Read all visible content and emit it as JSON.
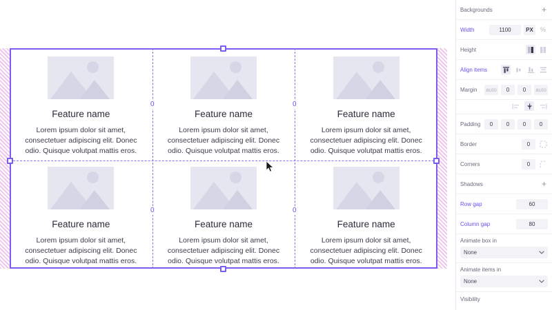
{
  "canvas": {
    "selection": {
      "gap_labels": [
        "0",
        "0",
        "0",
        "0"
      ],
      "selection_color": "#7c5cf0",
      "margin_hatch_color": "#e296de"
    },
    "cards": [
      {
        "title": "Feature name",
        "body": "Lorem ipsum dolor sit amet, consectetuer adipiscing elit. Donec odio. Quisque volutpat mattis eros.",
        "image": "image-placeholder-mountain"
      },
      {
        "title": "Feature name",
        "body": "Lorem ipsum dolor sit amet, consectetuer adipiscing elit. Donec odio. Quisque volutpat mattis eros.",
        "image": "image-placeholder-mountain"
      },
      {
        "title": "Feature name",
        "body": "Lorem ipsum dolor sit amet, consectetuer adipiscing elit. Donec odio. Quisque volutpat mattis eros.",
        "image": "image-placeholder-mountain"
      },
      {
        "title": "Feature name",
        "body": "Lorem ipsum dolor sit amet, consectetuer adipiscing elit. Donec odio. Quisque volutpat mattis eros.",
        "image": "image-placeholder-mountain"
      },
      {
        "title": "Feature name",
        "body": "Lorem ipsum dolor sit amet, consectetuer adipiscing elit. Donec odio. Quisque volutpat mattis eros.",
        "image": "image-placeholder-mountain"
      },
      {
        "title": "Feature name",
        "body": "Lorem ipsum dolor sit amet, consectetuer adipiscing elit. Donec odio. Quisque volutpat mattis eros.",
        "image": "image-placeholder-mountain"
      }
    ]
  },
  "panel": {
    "accent_color": "#6b4ff0",
    "backgrounds": {
      "label": "Backgrounds",
      "add": "+"
    },
    "width": {
      "label": "Width",
      "value": "1100",
      "unit": "PX",
      "alt_unit": "%"
    },
    "height": {
      "label": "Height"
    },
    "align_items": {
      "label": "Align items"
    },
    "margin": {
      "label": "Margin",
      "values": [
        "auto",
        "0",
        "0",
        "auto"
      ]
    },
    "padding": {
      "label": "Padding",
      "values": [
        "0",
        "0",
        "0",
        "0"
      ]
    },
    "border": {
      "label": "Border",
      "value": "0"
    },
    "corners": {
      "label": "Corners",
      "value": "0"
    },
    "shadows": {
      "label": "Shadows",
      "add": "+"
    },
    "row_gap": {
      "label": "Row gap",
      "value": "60"
    },
    "column_gap": {
      "label": "Column gap",
      "value": "80"
    },
    "animate_box_in": {
      "label": "Animate box in",
      "value": "None"
    },
    "animate_items_in": {
      "label": "Animate items in",
      "value": "None"
    },
    "visibility": {
      "label": "Visibility"
    }
  }
}
